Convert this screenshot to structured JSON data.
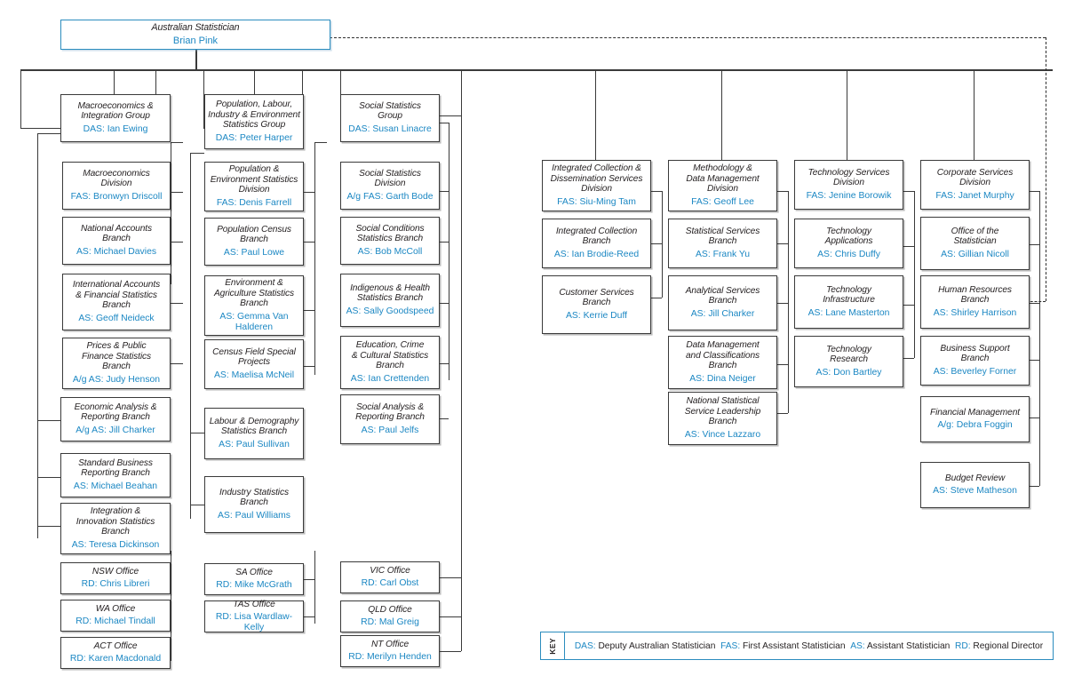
{
  "title_box": {
    "title": "Australian Statistician",
    "person": "Brian Pink"
  },
  "key": {
    "tag": "KEY",
    "items": [
      {
        "abbr": "DAS:",
        "meaning": "Deputy Australian Statistician"
      },
      {
        "abbr": "FAS:",
        "meaning": "First Assistant Statistician"
      },
      {
        "abbr": "AS:",
        "meaning": "Assistant Statistician"
      },
      {
        "abbr": "RD:",
        "meaning": "Regional Director"
      }
    ]
  },
  "colors": {
    "accent": "#1b87c3",
    "border": "#3a3a3a",
    "top_border": "#2b8cbe",
    "text": "#231f20"
  },
  "nodes": [
    {
      "id": "n0",
      "title": "Macroeconomics &\nIntegration Group",
      "person": "DAS: Ian Ewing"
    },
    {
      "id": "n1",
      "title": "Macroeconomics\nDivision",
      "person": "FAS: Bronwyn Driscoll"
    },
    {
      "id": "n2",
      "title": "National Accounts\nBranch",
      "person": "AS: Michael Davies"
    },
    {
      "id": "n3",
      "title": "International Accounts\n& Financial Statistics\nBranch",
      "person": "AS: Geoff Neideck"
    },
    {
      "id": "n4",
      "title": "Prices & Public\nFinance Statistics\nBranch",
      "person": "A/g AS: Judy Henson"
    },
    {
      "id": "n5",
      "title": "Economic Analysis &\nReporting Branch",
      "person": "A/g AS: Jill Charker"
    },
    {
      "id": "n6",
      "title": "Standard Business\nReporting Branch",
      "person": "AS: Michael Beahan"
    },
    {
      "id": "n7",
      "title": "Integration &\nInnovation Statistics\nBranch",
      "person": "AS: Teresa Dickinson"
    },
    {
      "id": "n8",
      "title": "NSW Office",
      "person": "RD: Chris Libreri"
    },
    {
      "id": "n9",
      "title": "WA Office",
      "person": "RD: Michael Tindall"
    },
    {
      "id": "n10",
      "title": "ACT Office",
      "person": "RD: Karen Macdonald"
    },
    {
      "id": "n11",
      "title": "Population, Labour,\nIndustry & Environment\nStatistics Group",
      "person": "DAS: Peter Harper"
    },
    {
      "id": "n12",
      "title": "Population &\nEnvironment Statistics\nDivision",
      "person": "FAS: Denis Farrell"
    },
    {
      "id": "n13",
      "title": "Population Census\nBranch",
      "person": "AS: Paul Lowe"
    },
    {
      "id": "n14",
      "title": "Environment &\nAgriculture Statistics\nBranch",
      "person": "AS: Gemma Van\nHalderen"
    },
    {
      "id": "n15",
      "title": "Census Field Special\nProjects",
      "person": "AS: Maelisa McNeil"
    },
    {
      "id": "n16",
      "title": "Labour & Demography\nStatistics Branch",
      "person": "AS: Paul Sullivan"
    },
    {
      "id": "n17",
      "title": "Industry Statistics\nBranch",
      "person": "AS: Paul Williams"
    },
    {
      "id": "n18",
      "title": "SA Office",
      "person": "RD: Mike McGrath"
    },
    {
      "id": "n19",
      "title": "TAS Office",
      "person": "RD: Lisa Wardlaw-Kelly"
    },
    {
      "id": "n20",
      "title": "Social Statistics\nGroup",
      "person": "DAS: Susan Linacre"
    },
    {
      "id": "n21",
      "title": "Social Statistics\nDivision",
      "person": "A/g FAS: Garth Bode"
    },
    {
      "id": "n22",
      "title": "Social Conditions\nStatistics Branch",
      "person": "AS: Bob McColl"
    },
    {
      "id": "n23",
      "title": "Indigenous & Health\nStatistics Branch",
      "person": "AS: Sally Goodspeed"
    },
    {
      "id": "n24",
      "title": "Education, Crime\n& Cultural Statistics\nBranch",
      "person": "AS: Ian Crettenden"
    },
    {
      "id": "n25",
      "title": "Social Analysis &\nReporting Branch",
      "person": "AS: Paul Jelfs"
    },
    {
      "id": "n26",
      "title": "VIC Office",
      "person": "RD: Carl Obst"
    },
    {
      "id": "n27",
      "title": "QLD Office",
      "person": "RD: Mal Greig"
    },
    {
      "id": "n28",
      "title": "NT Office",
      "person": "RD: Merilyn Henden"
    },
    {
      "id": "n29",
      "title": "Integrated Collection &\nDissemination Services\nDivision",
      "person": "FAS: Siu-Ming Tam"
    },
    {
      "id": "n30",
      "title": "Integrated Collection\nBranch",
      "person": "AS: Ian Brodie-Reed"
    },
    {
      "id": "n31",
      "title": "Customer Services\nBranch",
      "person": "AS: Kerrie Duff"
    },
    {
      "id": "n32",
      "title": "Methodology &\nData Management\nDivision",
      "person": "FAS: Geoff Lee"
    },
    {
      "id": "n33",
      "title": "Statistical Services\nBranch",
      "person": "AS: Frank Yu"
    },
    {
      "id": "n34",
      "title": "Analytical Services\nBranch",
      "person": "AS: Jill Charker"
    },
    {
      "id": "n35",
      "title": "Data Management\nand Classifications\nBranch",
      "person": "AS: Dina Neiger"
    },
    {
      "id": "n36",
      "title": "National Statistical\nService Leadership\nBranch",
      "person": "AS: Vince Lazzaro"
    },
    {
      "id": "n37",
      "title": "Technology Services\nDivision",
      "person": "FAS: Jenine Borowik"
    },
    {
      "id": "n38",
      "title": "Technology\nApplications",
      "person": "AS: Chris Duffy"
    },
    {
      "id": "n39",
      "title": "Technology\nInfrastructure",
      "person": "AS: Lane Masterton"
    },
    {
      "id": "n40",
      "title": "Technology\nResearch",
      "person": "AS: Don Bartley"
    },
    {
      "id": "n41",
      "title": "Corporate Services\nDivision",
      "person": "FAS: Janet Murphy"
    },
    {
      "id": "n42",
      "title": "Office of the\nStatistician",
      "person": "AS: Gillian Nicoll"
    },
    {
      "id": "n43",
      "title": "Human Resources\nBranch",
      "person": "AS: Shirley Harrison"
    },
    {
      "id": "n44",
      "title": "Business Support\nBranch",
      "person": "AS: Beverley Forner"
    },
    {
      "id": "n45",
      "title": "Financial Management",
      "person": "A/g: Debra Foggin"
    },
    {
      "id": "n46",
      "title": "Budget Review",
      "person": "AS: Steve Matheson"
    }
  ]
}
